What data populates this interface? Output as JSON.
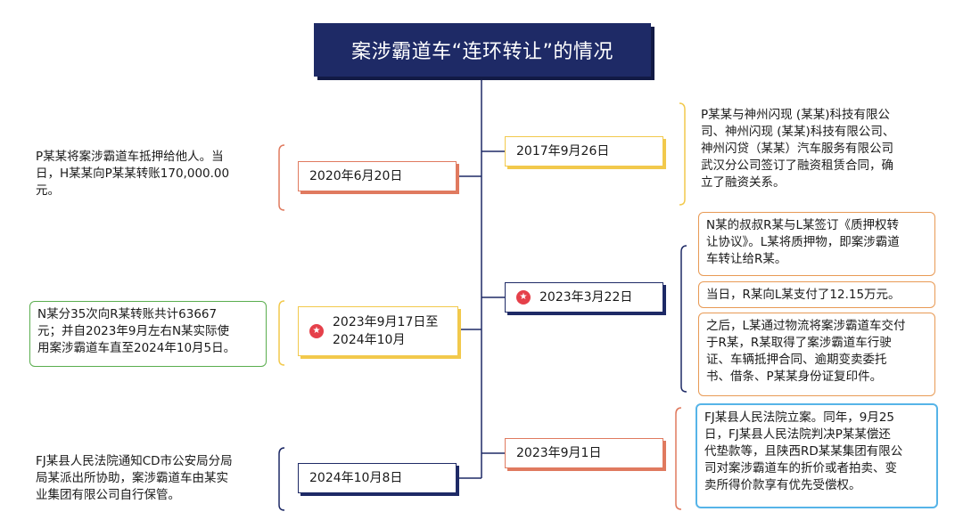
{
  "title": "案涉霸道车“连环转让”的情况",
  "dates": {
    "d2017": "2017年9月26日",
    "d2020": "2020年6月20日",
    "d2023_03": "2023年3月22日",
    "d2023_09_17": "2023年9月17日至\n2024年10月",
    "d2023_09_01": "2023年9月1日",
    "d2024": "2024年10月8日"
  },
  "notes": {
    "left_2020": "P某某将案涉霸道车抵押给他人。当\n日，H某某向P某某转账170,000.00\n元。",
    "left_2023": "N某分35次向R某转账共计63667\n元；并自2023年9月左右N某实际使\n用案涉霸道车直至2024年10月5日。",
    "left_2024": "FJ某县人民法院通知CD市公安局分局\n局某派出所协助，案涉霸道车由某实\n业集团有限公司自行保管。",
    "right_2017": "P某某与神州闪现 (某某)科技有限公\n司、神州闪现 (某某)科技有限公司、\n神州闪贷（某某）汽车服务有限公司\n武汉分公司签订了融资租赁合同，确\n立了融资关系。",
    "right_2023_a": "N某的叔叔R某与L某签订《质押权转\n让协议》。L某将质押物，即案涉霸道\n车转让给R某。",
    "right_2023_b": "当日，R某向L某支付了12.15万元。",
    "right_2023_c": "之后，L某通过物流将案涉霸道车交付\n于R某，R某取得了案涉霸道车行驶\n证、车辆抵押合同、逾期变卖委托\n书、借条、P某某身份证复印件。",
    "right_2023_09": "FJ某县人民法院立案。同年，9月25\n日，FJ某县人民法院判决P某某偿还\n代垫款等，且陕西RD某某集团有限公\n司对案涉霸道车的折价或者拍卖、变\n卖所得价款享有优先受偿权。"
  },
  "icons": {
    "star": "star-badge-icon"
  },
  "colors": {
    "navy": "#1e2a66",
    "orange": "#e07a5f",
    "yellow": "#f2c94c",
    "green": "#5aad4e",
    "blue": "#56b4e8",
    "red": "#e5404a"
  }
}
